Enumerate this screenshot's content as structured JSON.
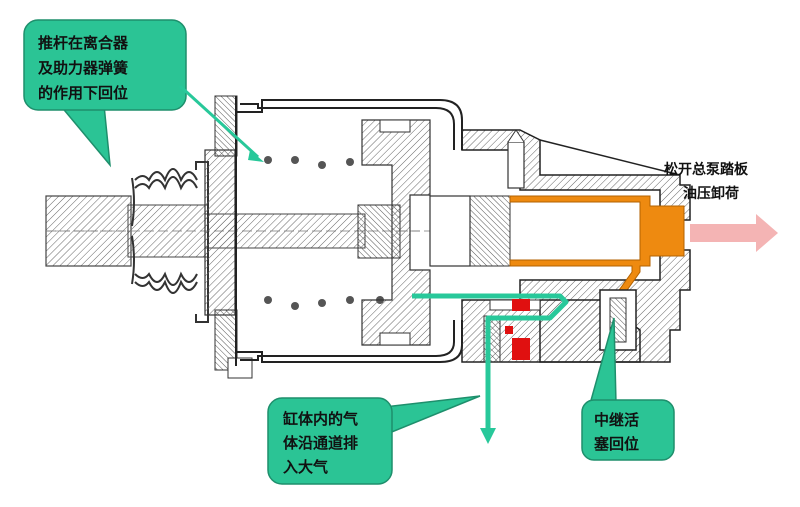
{
  "callouts": {
    "pushrod": [
      "推杆在离合器",
      "及助力器弹簧",
      "的作用下回位"
    ],
    "cylinder_gas": [
      "缸体内的气",
      "体沿通道排",
      "入大气"
    ],
    "relay_piston": [
      "中继活",
      "塞回位"
    ]
  },
  "flow_label": [
    "松开总泵踏板",
    "油压卸荷"
  ],
  "colors": {
    "callout_fill": "#2bc495",
    "callout_border": "#1e8f6c",
    "oil": "#ee8a10",
    "seal": "#e01010",
    "flow_arrow": "#f4b4b4",
    "vent_arrow": "#28c89a",
    "hatch": "#555555"
  }
}
